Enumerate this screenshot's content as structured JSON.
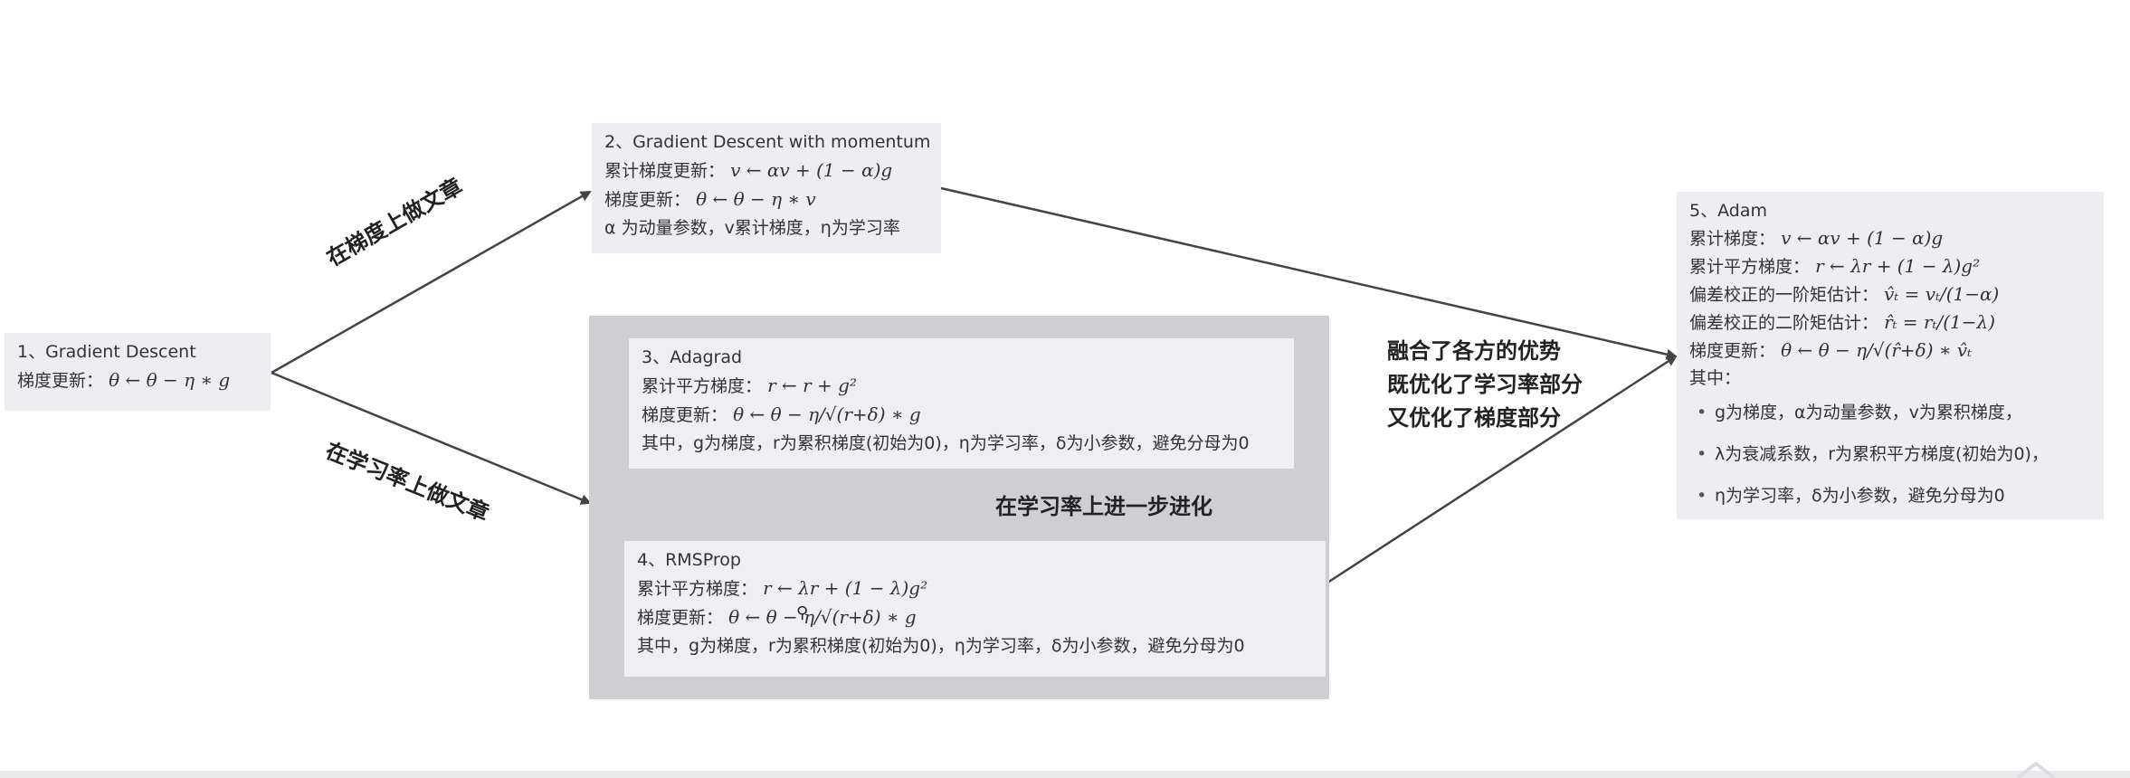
{
  "diagram": {
    "node1": {
      "title": "1、Gradient Descent",
      "line1_label": "梯度更新：",
      "line1_math": "θ ← θ − η ∗ g"
    },
    "node2": {
      "title": "2、Gradient Descent with momentum",
      "line1_label": "累计梯度更新：",
      "line1_math": "v ← αv + (1 − α)g",
      "line2_label": "梯度更新：",
      "line2_math": "θ ← θ − η ∗ v",
      "line3": "α 为动量参数，v累计梯度，η为学习率"
    },
    "node3": {
      "title": "3、Adagrad",
      "line1_label": "累计平方梯度：",
      "line1_math": "r ← r + g²",
      "line2_label": "梯度更新：",
      "line2_math": "θ ← θ − η/√(r+δ) ∗ g",
      "line3": "其中，g为梯度，r为累积梯度(初始为0)，η为学习率，δ为小参数，避免分母为0"
    },
    "node4": {
      "title": "4、RMSProp",
      "line1_label": "累计平方梯度：",
      "line1_math": "r ← λr + (1 − λ)g²",
      "line2_label": "梯度更新：",
      "line2_math": "θ ← θ − η/√(r+δ) ∗ g",
      "line3": "其中，g为梯度，r为累积梯度(初始为0)，η为学习率，δ为小参数，避免分母为0"
    },
    "node5": {
      "title": "5、Adam",
      "line1_label": "累计梯度：",
      "line1_math": "v ← αv + (1 − α)g",
      "line2_label": "累计平方梯度：",
      "line2_math": "r ← λr + (1 − λ)g²",
      "line3_label": "偏差校正的一阶矩估计：",
      "line3_math": "v̂ₜ = vₜ/(1−α)",
      "line4_label": "偏差校正的二阶矩估计：",
      "line4_math": "r̂ₜ = rₜ/(1−λ)",
      "line5_label": "梯度更新：",
      "line5_math": "θ ← θ − η/√(r̂+δ) ∗ v̂ₜ",
      "line6": "其中：",
      "notes": [
        "g为梯度，α为动量参数，v为累积梯度，",
        "λ为衰减系数，r为累积平方梯度(初始为0)，",
        "η为学习率，δ为小参数，避免分母为0"
      ]
    },
    "edge_labels": {
      "gradient": "在梯度上做文章",
      "learning_rate": "在学习率上做文章",
      "evolution": "在学习率上进一步进化",
      "merge_line1": "融合了各方的优势",
      "merge_line2": "既优化了学习率部分",
      "merge_line3": "又优化了梯度部分"
    }
  },
  "colors": {
    "box_fill": "#eeeef2",
    "group_fill": "#cfced2",
    "arrow": "#444444",
    "text": "#333333"
  }
}
